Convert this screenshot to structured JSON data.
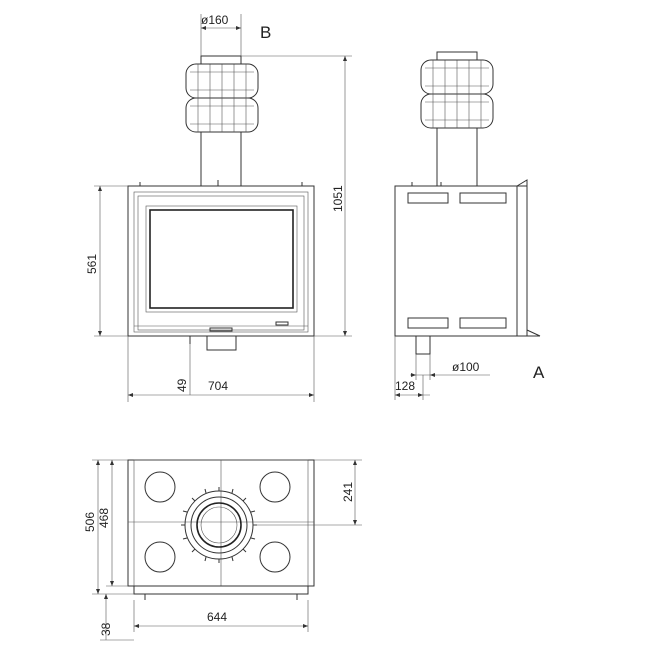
{
  "labels": {
    "dia_flue": "ø160",
    "view_b": "B",
    "height_total": "1051",
    "height_body": "561",
    "offset_bottom": "49",
    "width_front": "704",
    "dia_side": "ø100",
    "side_offset": "128",
    "view_a": "A",
    "plan_depth_outer": "506",
    "plan_depth_inner": "468",
    "plan_offset": "241",
    "plan_width": "644",
    "plan_base": "38"
  }
}
